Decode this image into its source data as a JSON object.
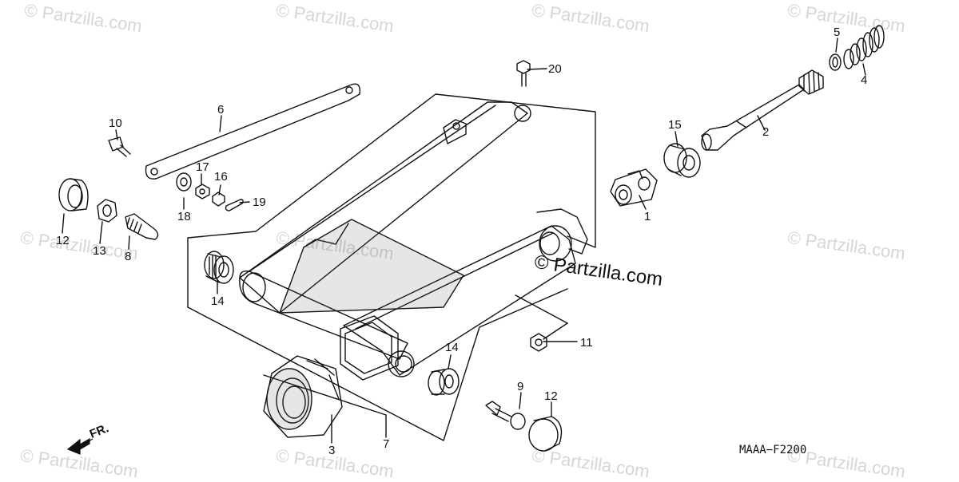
{
  "watermark": {
    "text": "© Partzilla.com",
    "strong_text": "© Partzilla.com"
  },
  "diagram_code": "MAAA−F2200",
  "direction_label": "FR.",
  "callouts": {
    "p1": "1",
    "p2": "2",
    "p3": "3",
    "p4": "4",
    "p5": "5",
    "p6": "6",
    "p7": "7",
    "p8": "8",
    "p9": "9",
    "p10": "10",
    "p11": "11",
    "p12a": "12",
    "p12b": "12",
    "p13": "13",
    "p14a": "14",
    "p14b": "14",
    "p15": "15",
    "p16": "16",
    "p17": "17",
    "p18": "18",
    "p19": "19",
    "p20": "20"
  },
  "colors": {
    "line": "#111111",
    "watermark": "#d6d6d6",
    "shade": "#555555"
  }
}
